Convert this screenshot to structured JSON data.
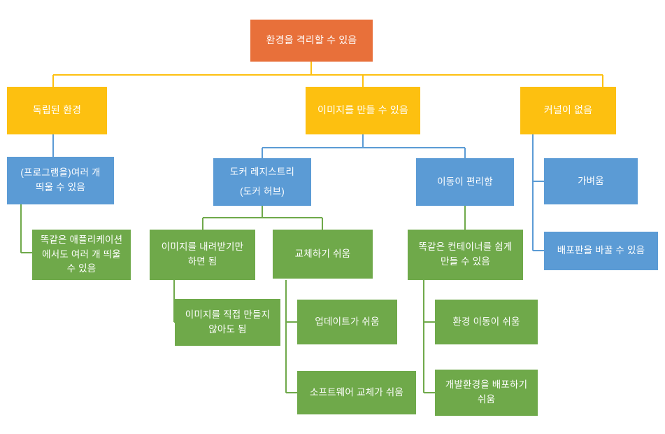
{
  "diagram": {
    "title": "Docker advantages mind map (Korean)",
    "colors": {
      "root": "#e8703a",
      "level1": "#fdc010",
      "level2": "#5b9bd5",
      "level3": "#6fa94a",
      "connector_level1": "#fdc010",
      "connector_level2": "#5b9bd5",
      "connector_level3": "#6fa94a",
      "background": "#ffffff"
    },
    "nodes": {
      "root": {
        "label": "환경을 격리할 수 있음"
      },
      "branch_isolated": {
        "label": "독립된 환경"
      },
      "branch_image": {
        "label": "이미지를 만들 수 있음"
      },
      "branch_kernel": {
        "label": "커널이 없음"
      },
      "isolated_multi": {
        "line1": "(프로그램을)여러 개",
        "line2": "띄울 수 있음"
      },
      "isolated_same_app": {
        "line1": "똑같은 애플리케이션",
        "line2": "에서도 여러 개 띄울",
        "line3": "수 있음"
      },
      "registry": {
        "line1": "도커 레지스트리",
        "line2": "(도커 허브)"
      },
      "move_easy": {
        "label": "이동이 편리함"
      },
      "lightweight": {
        "label": "가벼움"
      },
      "distro_change": {
        "label": "배포판을 바꿀 수 있음"
      },
      "download_only": {
        "line1": "이미지를 내려받기만",
        "line2": "하면 됨"
      },
      "no_manual_build": {
        "line1": "이미지를 직접 만들지",
        "line2": "않아도 됨"
      },
      "replace_easy": {
        "label": "교체하기 쉬움"
      },
      "update_easy": {
        "label": "업데이트가 쉬움"
      },
      "software_replace_easy": {
        "label": "소프트웨어 교체가 쉬움"
      },
      "same_container": {
        "line1": "똑같은 컨테이너를 쉽게",
        "line2": "만들 수 있음"
      },
      "env_move_easy": {
        "label": "환경 이동이 쉬움"
      },
      "dev_env_deploy_easy": {
        "line1": "개발환경을 배포하기",
        "line2": "쉬움"
      }
    }
  }
}
